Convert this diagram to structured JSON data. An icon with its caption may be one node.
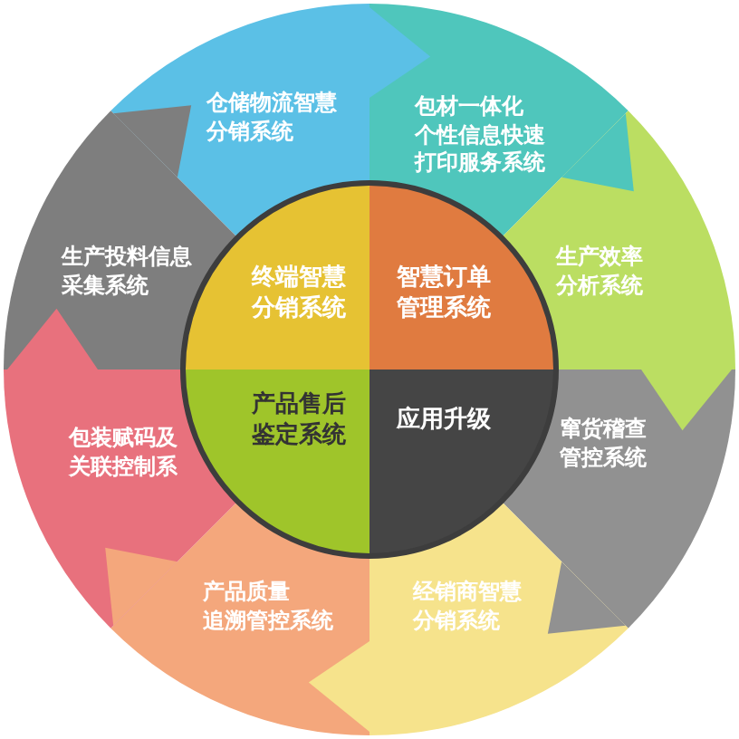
{
  "diagram": {
    "nodes": [
      {
        "text": [
          "仓储物流智慧分销系统"
        ]
      },
      {
        "text": [
          "包材一体化个性信息快速打印服务系统"
        ]
      },
      {
        "text": [
          "生产效率分析系统"
        ]
      },
      {
        "text": [
          "窜货稽查管控系统"
        ]
      },
      {
        "text": [
          "经销商智慧分销系统"
        ]
      },
      {
        "text": [
          "产品质量追溯管控系统"
        ]
      },
      {
        "text": [
          "包装赋码及关联控制系"
        ]
      },
      {
        "text": [
          "生产投料信息采集系统"
        ]
      },
      {
        "text": [
          "终端智慧分销系统"
        ]
      },
      {
        "text": [
          "智慧订单管理系统"
        ]
      },
      {
        "text": [
          "产品售后鉴定系统"
        ]
      },
      {
        "text": [
          "应用升级"
        ]
      }
    ]
  }
}
